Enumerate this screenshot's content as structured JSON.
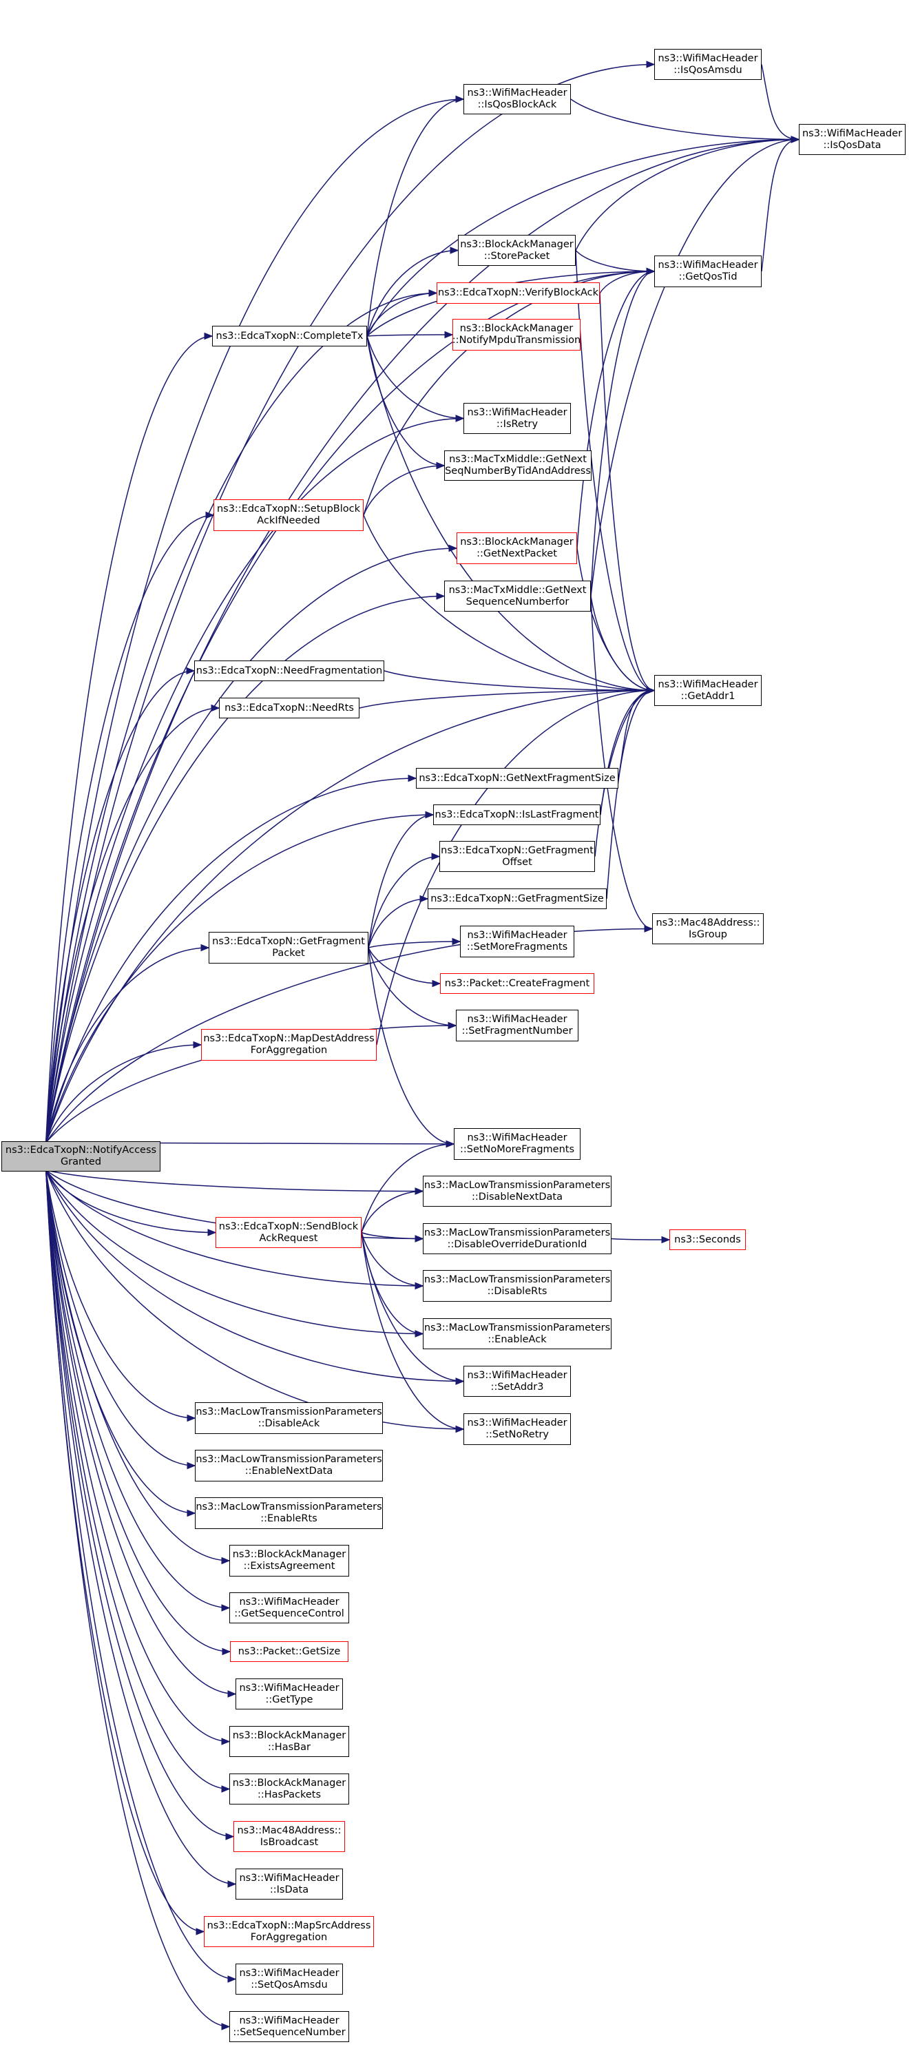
{
  "colors": {
    "edge": "#191970",
    "box_border": "#000000",
    "truncated_border": "#ff0000",
    "root_fill": "#bfbfbf"
  },
  "nodes": [
    {
      "id": "root",
      "lines": [
        "ns3::EdcaTxopN::NotifyAccess",
        "Granted"
      ],
      "style": "root"
    },
    {
      "id": "isQosAmsdu",
      "lines": [
        "ns3::WifiMacHeader",
        "::IsQosAmsdu"
      ],
      "style": "normal"
    },
    {
      "id": "isQosData",
      "lines": [
        "ns3::WifiMacHeader",
        "::IsQosData"
      ],
      "style": "normal"
    },
    {
      "id": "isQosBlockAck",
      "lines": [
        "ns3::WifiMacHeader",
        "::IsQosBlockAck"
      ],
      "style": "normal"
    },
    {
      "id": "storePacket",
      "lines": [
        "ns3::BlockAckManager",
        "::StorePacket"
      ],
      "style": "normal"
    },
    {
      "id": "getQosTid",
      "lines": [
        "ns3::WifiMacHeader",
        "::GetQosTid"
      ],
      "style": "normal"
    },
    {
      "id": "verifyBlockAck",
      "lines": [
        "ns3::EdcaTxopN::VerifyBlockAck"
      ],
      "style": "red"
    },
    {
      "id": "completeTx",
      "lines": [
        "ns3::EdcaTxopN::CompleteTx"
      ],
      "style": "normal"
    },
    {
      "id": "notifyMpdu",
      "lines": [
        "ns3::BlockAckManager",
        "::NotifyMpduTransmission"
      ],
      "style": "red"
    },
    {
      "id": "isRetry",
      "lines": [
        "ns3::WifiMacHeader",
        "::IsRetry"
      ],
      "style": "normal"
    },
    {
      "id": "getNextSeqTid",
      "lines": [
        "ns3::MacTxMiddle::GetNext",
        "SeqNumberByTidAndAddress"
      ],
      "style": "normal"
    },
    {
      "id": "setupBlockAck",
      "lines": [
        "ns3::EdcaTxopN::SetupBlock",
        "AckIfNeeded"
      ],
      "style": "red"
    },
    {
      "id": "bamGetNextPacket",
      "lines": [
        "ns3::BlockAckManager",
        "::GetNextPacket"
      ],
      "style": "red"
    },
    {
      "id": "getNextSeqFor",
      "lines": [
        "ns3::MacTxMiddle::GetNext",
        "SequenceNumberfor"
      ],
      "style": "normal"
    },
    {
      "id": "needFrag",
      "lines": [
        "ns3::EdcaTxopN::NeedFragmentation"
      ],
      "style": "normal"
    },
    {
      "id": "getAddr1",
      "lines": [
        "ns3::WifiMacHeader",
        "::GetAddr1"
      ],
      "style": "normal"
    },
    {
      "id": "needRts",
      "lines": [
        "ns3::EdcaTxopN::NeedRts"
      ],
      "style": "normal"
    },
    {
      "id": "getNextFragSize",
      "lines": [
        "ns3::EdcaTxopN::GetNextFragmentSize"
      ],
      "style": "normal"
    },
    {
      "id": "isLastFrag",
      "lines": [
        "ns3::EdcaTxopN::IsLastFragment"
      ],
      "style": "normal"
    },
    {
      "id": "getFragOffset",
      "lines": [
        "ns3::EdcaTxopN::GetFragment",
        "Offset"
      ],
      "style": "normal"
    },
    {
      "id": "getFragSize",
      "lines": [
        "ns3::EdcaTxopN::GetFragmentSize"
      ],
      "style": "normal"
    },
    {
      "id": "isGroup",
      "lines": [
        "ns3::Mac48Address::",
        "IsGroup"
      ],
      "style": "normal"
    },
    {
      "id": "getFragPacket",
      "lines": [
        "ns3::EdcaTxopN::GetFragment",
        "Packet"
      ],
      "style": "normal"
    },
    {
      "id": "setMoreFrag",
      "lines": [
        "ns3::WifiMacHeader",
        "::SetMoreFragments"
      ],
      "style": "normal"
    },
    {
      "id": "createFrag",
      "lines": [
        "ns3::Packet::CreateFragment"
      ],
      "style": "red"
    },
    {
      "id": "mapDest",
      "lines": [
        "ns3::EdcaTxopN::MapDestAddress",
        "ForAggregation"
      ],
      "style": "red"
    },
    {
      "id": "setFragNum",
      "lines": [
        "ns3::WifiMacHeader",
        "::SetFragmentNumber"
      ],
      "style": "normal"
    },
    {
      "id": "setNoMoreFrag",
      "lines": [
        "ns3::WifiMacHeader",
        "::SetNoMoreFragments"
      ],
      "style": "normal"
    },
    {
      "id": "disableNextData",
      "lines": [
        "ns3::MacLowTransmissionParameters",
        "::DisableNextData"
      ],
      "style": "normal"
    },
    {
      "id": "sendBlockAck",
      "lines": [
        "ns3::EdcaTxopN::SendBlock",
        "AckRequest"
      ],
      "style": "red"
    },
    {
      "id": "disableOverride",
      "lines": [
        "ns3::MacLowTransmissionParameters",
        "::DisableOverrideDurationId"
      ],
      "style": "normal"
    },
    {
      "id": "seconds",
      "lines": [
        "ns3::Seconds"
      ],
      "style": "red"
    },
    {
      "id": "disableRts",
      "lines": [
        "ns3::MacLowTransmissionParameters",
        "::DisableRts"
      ],
      "style": "normal"
    },
    {
      "id": "enableAck",
      "lines": [
        "ns3::MacLowTransmissionParameters",
        "::EnableAck"
      ],
      "style": "normal"
    },
    {
      "id": "setAddr3",
      "lines": [
        "ns3::WifiMacHeader",
        "::SetAddr3"
      ],
      "style": "normal"
    },
    {
      "id": "disableAck",
      "lines": [
        "ns3::MacLowTransmissionParameters",
        "::DisableAck"
      ],
      "style": "normal"
    },
    {
      "id": "setNoRetry",
      "lines": [
        "ns3::WifiMacHeader",
        "::SetNoRetry"
      ],
      "style": "normal"
    },
    {
      "id": "enableNextData",
      "lines": [
        "ns3::MacLowTransmissionParameters",
        "::EnableNextData"
      ],
      "style": "normal"
    },
    {
      "id": "enableRts",
      "lines": [
        "ns3::MacLowTransmissionParameters",
        "::EnableRts"
      ],
      "style": "normal"
    },
    {
      "id": "existsAgreement",
      "lines": [
        "ns3::BlockAckManager",
        "::ExistsAgreement"
      ],
      "style": "normal"
    },
    {
      "id": "getSeqControl",
      "lines": [
        "ns3::WifiMacHeader",
        "::GetSequenceControl"
      ],
      "style": "normal"
    },
    {
      "id": "packetGetSize",
      "lines": [
        "ns3::Packet::GetSize"
      ],
      "style": "red"
    },
    {
      "id": "getType",
      "lines": [
        "ns3::WifiMacHeader",
        "::GetType"
      ],
      "style": "normal"
    },
    {
      "id": "hasBar",
      "lines": [
        "ns3::BlockAckManager",
        "::HasBar"
      ],
      "style": "normal"
    },
    {
      "id": "hasPackets",
      "lines": [
        "ns3::BlockAckManager",
        "::HasPackets"
      ],
      "style": "normal"
    },
    {
      "id": "isBroadcast",
      "lines": [
        "ns3::Mac48Address::",
        "IsBroadcast"
      ],
      "style": "red"
    },
    {
      "id": "isData",
      "lines": [
        "ns3::WifiMacHeader",
        "::IsData"
      ],
      "style": "normal"
    },
    {
      "id": "mapSrc",
      "lines": [
        "ns3::EdcaTxopN::MapSrcAddress",
        "ForAggregation"
      ],
      "style": "red"
    },
    {
      "id": "setQosAmsdu",
      "lines": [
        "ns3::WifiMacHeader",
        "::SetQosAmsdu"
      ],
      "style": "normal"
    },
    {
      "id": "setSeqNum",
      "lines": [
        "ns3::WifiMacHeader",
        "::SetSequenceNumber"
      ],
      "style": "normal"
    }
  ],
  "edges": [
    [
      "root",
      "isQosAmsdu"
    ],
    [
      "root",
      "isQosData"
    ],
    [
      "root",
      "isQosBlockAck"
    ],
    [
      "root",
      "getQosTid"
    ],
    [
      "root",
      "verifyBlockAck"
    ],
    [
      "root",
      "completeTx"
    ],
    [
      "root",
      "isRetry"
    ],
    [
      "root",
      "setupBlockAck"
    ],
    [
      "root",
      "bamGetNextPacket"
    ],
    [
      "root",
      "getNextSeqFor"
    ],
    [
      "root",
      "needFrag"
    ],
    [
      "root",
      "needRts"
    ],
    [
      "root",
      "getAddr1"
    ],
    [
      "root",
      "getNextFragSize"
    ],
    [
      "root",
      "isLastFrag"
    ],
    [
      "root",
      "getFragPacket"
    ],
    [
      "root",
      "mapDest"
    ],
    [
      "root",
      "setFragNum"
    ],
    [
      "root",
      "isGroup"
    ],
    [
      "root",
      "setNoMoreFrag"
    ],
    [
      "root",
      "disableNextData"
    ],
    [
      "root",
      "sendBlockAck"
    ],
    [
      "root",
      "disableOverride"
    ],
    [
      "root",
      "disableRts"
    ],
    [
      "root",
      "enableAck"
    ],
    [
      "root",
      "setAddr3"
    ],
    [
      "root",
      "disableAck"
    ],
    [
      "root",
      "setNoRetry"
    ],
    [
      "root",
      "enableNextData"
    ],
    [
      "root",
      "enableRts"
    ],
    [
      "root",
      "existsAgreement"
    ],
    [
      "root",
      "getSeqControl"
    ],
    [
      "root",
      "packetGetSize"
    ],
    [
      "root",
      "getType"
    ],
    [
      "root",
      "hasBar"
    ],
    [
      "root",
      "hasPackets"
    ],
    [
      "root",
      "isBroadcast"
    ],
    [
      "root",
      "isData"
    ],
    [
      "root",
      "mapSrc"
    ],
    [
      "root",
      "setQosAmsdu"
    ],
    [
      "root",
      "setSeqNum"
    ],
    [
      "isQosAmsdu",
      "isQosData"
    ],
    [
      "isQosBlockAck",
      "isQosData"
    ],
    [
      "storePacket",
      "isQosData"
    ],
    [
      "storePacket",
      "getQosTid"
    ],
    [
      "storePacket",
      "getAddr1"
    ],
    [
      "getQosTid",
      "isQosData"
    ],
    [
      "verifyBlockAck",
      "getQosTid"
    ],
    [
      "verifyBlockAck",
      "getAddr1"
    ],
    [
      "completeTx",
      "isQosBlockAck"
    ],
    [
      "completeTx",
      "isQosData"
    ],
    [
      "completeTx",
      "storePacket"
    ],
    [
      "completeTx",
      "getQosTid"
    ],
    [
      "completeTx",
      "verifyBlockAck"
    ],
    [
      "completeTx",
      "notifyMpdu"
    ],
    [
      "completeTx",
      "isRetry"
    ],
    [
      "completeTx",
      "getNextSeqTid"
    ],
    [
      "completeTx",
      "getAddr1"
    ],
    [
      "setupBlockAck",
      "getNextSeqTid"
    ],
    [
      "setupBlockAck",
      "getQosTid"
    ],
    [
      "setupBlockAck",
      "getAddr1"
    ],
    [
      "bamGetNextPacket",
      "getQosTid"
    ],
    [
      "bamGetNextPacket",
      "getAddr1"
    ],
    [
      "getNextSeqFor",
      "isQosData"
    ],
    [
      "getNextSeqFor",
      "getQosTid"
    ],
    [
      "getNextSeqFor",
      "getAddr1"
    ],
    [
      "getNextSeqFor",
      "isGroup"
    ],
    [
      "needFrag",
      "getAddr1"
    ],
    [
      "needRts",
      "getAddr1"
    ],
    [
      "getNextFragSize",
      "getAddr1"
    ],
    [
      "isLastFrag",
      "getAddr1"
    ],
    [
      "getFragOffset",
      "getAddr1"
    ],
    [
      "getFragSize",
      "getAddr1"
    ],
    [
      "getFragPacket",
      "isLastFrag"
    ],
    [
      "getFragPacket",
      "getFragOffset"
    ],
    [
      "getFragPacket",
      "getFragSize"
    ],
    [
      "getFragPacket",
      "setMoreFrag"
    ],
    [
      "getFragPacket",
      "createFrag"
    ],
    [
      "getFragPacket",
      "setFragNum"
    ],
    [
      "getFragPacket",
      "setNoMoreFrag"
    ],
    [
      "mapDest",
      "getAddr1"
    ],
    [
      "sendBlockAck",
      "setNoMoreFrag"
    ],
    [
      "sendBlockAck",
      "disableNextData"
    ],
    [
      "sendBlockAck",
      "disableOverride"
    ],
    [
      "sendBlockAck",
      "disableRts"
    ],
    [
      "sendBlockAck",
      "enableAck"
    ],
    [
      "sendBlockAck",
      "setAddr3"
    ],
    [
      "sendBlockAck",
      "setNoRetry"
    ],
    [
      "disableOverride",
      "seconds"
    ]
  ]
}
